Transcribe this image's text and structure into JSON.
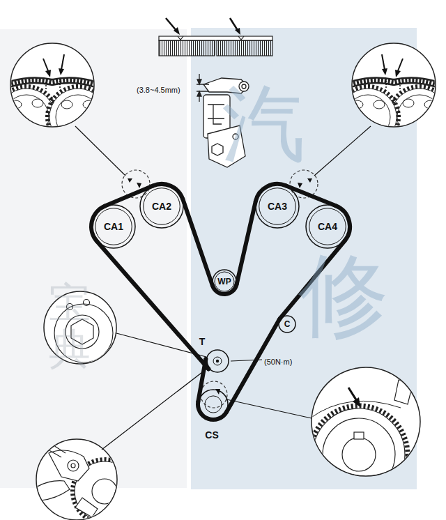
{
  "diagram": {
    "nodes": [
      {
        "text": [
          "CA1"
        ]
      },
      {
        "text": [
          "CA2"
        ]
      },
      {
        "text": [
          "CA3"
        ]
      },
      {
        "text": [
          "CA4"
        ]
      },
      {
        "text": [
          "WP"
        ]
      },
      {
        "text": [
          "C"
        ]
      },
      {
        "text": [
          "T"
        ]
      },
      {
        "text": [
          "CS"
        ]
      }
    ],
    "edges": [
      {
        "from": 0,
        "to": 1,
        "arrow": "none"
      },
      {
        "from": 1,
        "to": 4,
        "arrow": "none"
      },
      {
        "from": 4,
        "to": 2,
        "arrow": "none"
      },
      {
        "from": 2,
        "to": 3,
        "arrow": "none"
      },
      {
        "from": 3,
        "to": 5,
        "arrow": "none"
      },
      {
        "from": 5,
        "to": 7,
        "arrow": "none"
      },
      {
        "from": 7,
        "to": 6,
        "arrow": "none"
      },
      {
        "from": 6,
        "to": 0,
        "arrow": "none"
      }
    ],
    "labels": [
      "(3.8~4.5mm)",
      "(50N·m)",
      "汽",
      "修",
      "宝",
      "典"
    ]
  }
}
